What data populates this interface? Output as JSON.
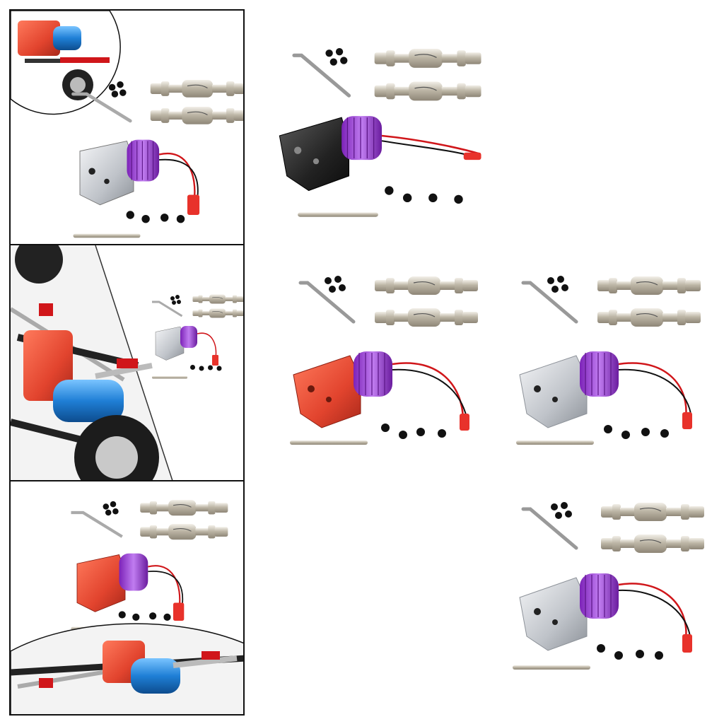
{
  "image": {
    "description_free": true
  },
  "colors": {
    "background": "#ffffff",
    "panel_border": "#111111",
    "motor_heatsink": "#9b3fd6",
    "wire_red": "#d0161a",
    "connector_red": "#e8322b",
    "housing_black": "#1e1e1e",
    "housing_red": "#e2442e",
    "housing_silver": "#c9ccd1",
    "shaft_metal": "#c8c2b4",
    "screw_black": "#111111",
    "rc_chassis_blue": "#1f7fd6"
  },
  "products": [
    {
      "variant": "black"
    },
    {
      "variant": "red"
    },
    {
      "variant": "silver"
    },
    {
      "variant": "silver"
    }
  ],
  "panels": [
    {
      "variant": "silver-kit-with-vehicle-detail"
    },
    {
      "variant": "vehicle-closeup-with-silver-kit"
    },
    {
      "variant": "red-kit-with-vehicle-detail"
    }
  ]
}
